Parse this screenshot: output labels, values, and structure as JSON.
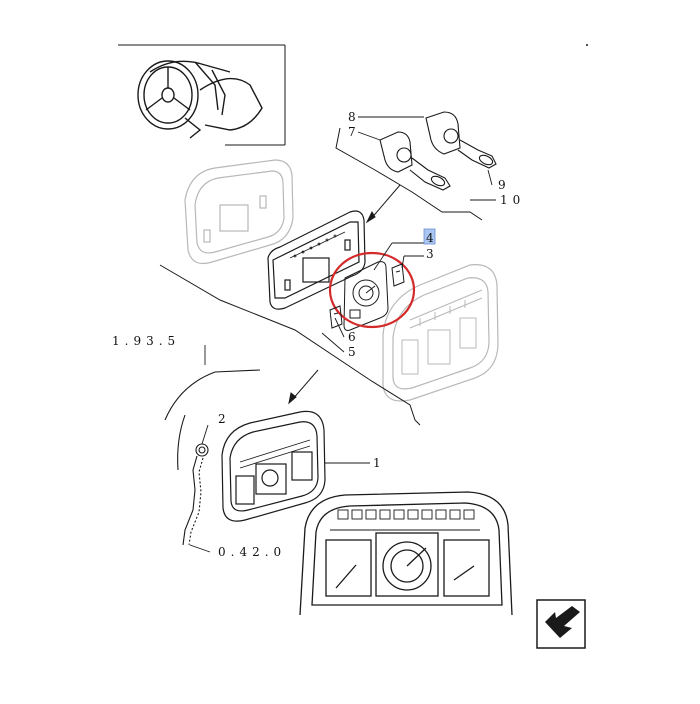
{
  "diagram": {
    "callouts": [
      {
        "id": "c1",
        "text": "1"
      },
      {
        "id": "c2",
        "text": "2"
      },
      {
        "id": "c3",
        "text": "3"
      },
      {
        "id": "c4",
        "text": "4"
      },
      {
        "id": "c5",
        "text": "5"
      },
      {
        "id": "c6",
        "text": "6"
      },
      {
        "id": "c7",
        "text": "7"
      },
      {
        "id": "c8",
        "text": "8"
      },
      {
        "id": "c9",
        "text": "9"
      },
      {
        "id": "c10",
        "text": "10"
      }
    ],
    "references": {
      "ref_top": "1.93.5",
      "ref_bottom": "0.42.0"
    },
    "highlight": {
      "callout": "4",
      "color": "#a9c6f2",
      "circle_color": "#d42a2a"
    },
    "navigation": {
      "icon": "arrow-return-icon"
    },
    "line_color": "#1a1a1a",
    "ghost_color": "#b8b8b8"
  }
}
